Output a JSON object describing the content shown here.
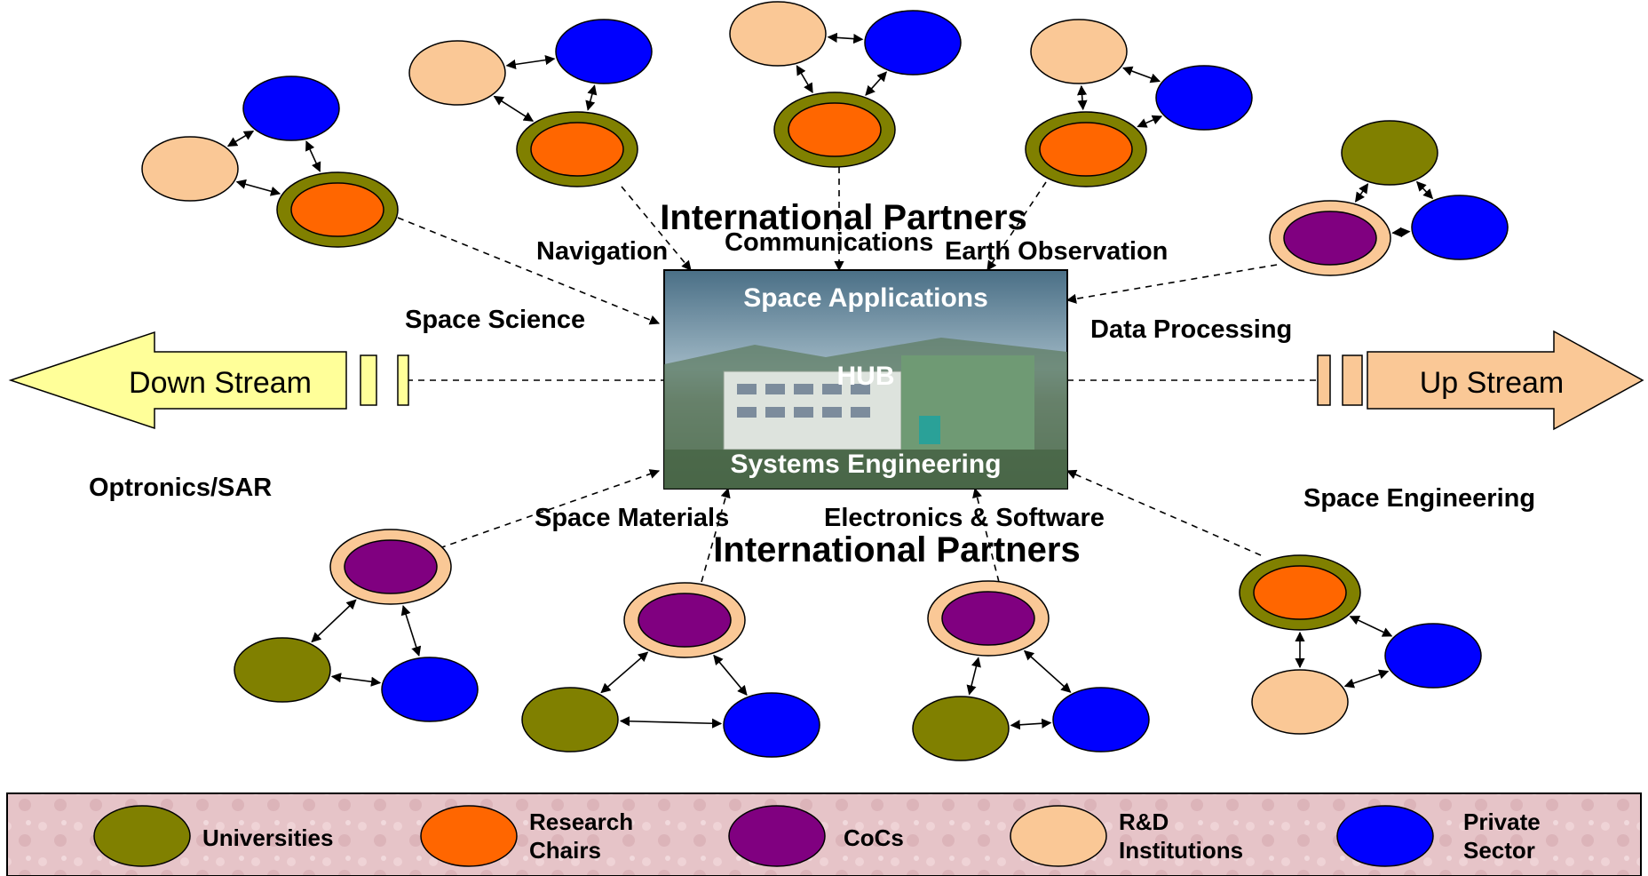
{
  "colors": {
    "universities": "#808000",
    "research_chairs": "#ff6600",
    "cocs": "#800080",
    "rd_institutions": "#fac896",
    "private_sector": "#0000ff",
    "down_stream_fill": "#ffff99",
    "up_stream_fill": "#fac896",
    "legend_bg": "#e6c4c8"
  },
  "hub": {
    "top_label": "Space Applications",
    "center_label": "HUB",
    "bottom_label": "Systems Engineering"
  },
  "headings": {
    "top": "International Partners",
    "bottom": "International Partners"
  },
  "domains": {
    "navigation": "Navigation",
    "communications": "Communications",
    "earth_observation": "Earth Observation",
    "space_science": "Space Science",
    "data_processing": "Data Processing",
    "optronics_sar": "Optronics/SAR",
    "space_engineering": "Space Engineering",
    "space_materials": "Space Materials",
    "electronics_software": "Electronics & Software"
  },
  "streams": {
    "down": "Down Stream",
    "up": "Up Stream"
  },
  "legend": [
    {
      "label_lines": [
        "Universities"
      ],
      "kind": "universities"
    },
    {
      "label_lines": [
        "Research",
        "Chairs"
      ],
      "kind": "research_chairs"
    },
    {
      "label_lines": [
        "CoCs"
      ],
      "kind": "cocs"
    },
    {
      "label_lines": [
        "R&D",
        "Institutions"
      ],
      "kind": "rd_institutions"
    },
    {
      "label_lines": [
        "Private",
        "Sector"
      ],
      "kind": "private_sector"
    }
  ]
}
